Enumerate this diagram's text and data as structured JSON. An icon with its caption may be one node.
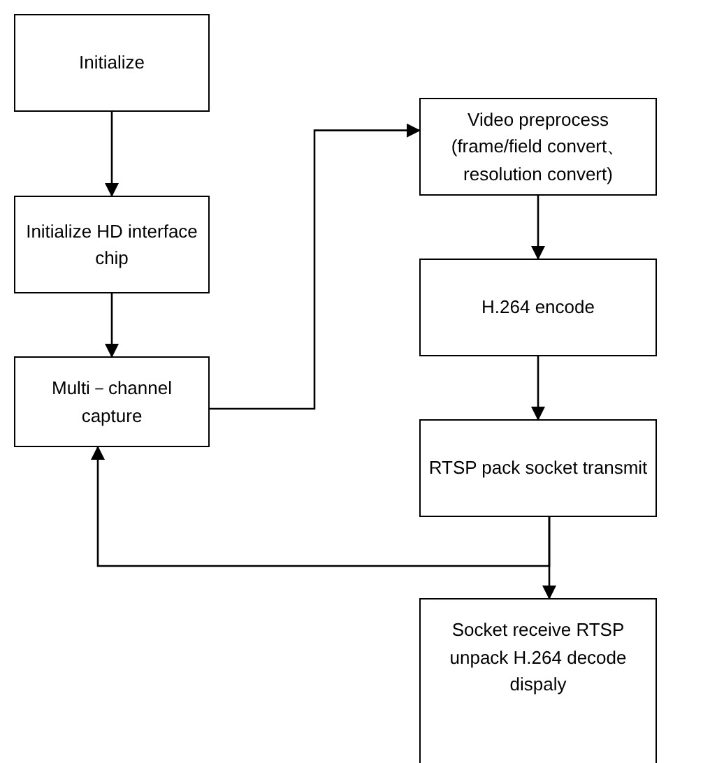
{
  "diagram": {
    "nodes": [
      {
        "text": [
          "Initialize"
        ]
      },
      {
        "text": [
          "Initialize HD interface chip"
        ]
      },
      {
        "text": [
          "Multi－channel capture"
        ]
      },
      {
        "text": [
          "Video preprocess (frame/field convert、resolution convert)"
        ]
      },
      {
        "text": [
          "H.264 encode"
        ]
      },
      {
        "text": [
          "RTSP pack socket transmit"
        ]
      },
      {
        "text": [
          "Socket receive RTSP unpack H.264 decode dispaly"
        ]
      }
    ],
    "edges": [
      {
        "from": 0,
        "to": 1,
        "arrow": "to"
      },
      {
        "from": 1,
        "to": 2,
        "arrow": "to"
      },
      {
        "from": 2,
        "to": 3,
        "arrow": "to"
      },
      {
        "from": 3,
        "to": 4,
        "arrow": "to"
      },
      {
        "from": 4,
        "to": 5,
        "arrow": "to"
      },
      {
        "from": 5,
        "to": 2,
        "arrow": "to"
      },
      {
        "from": 5,
        "to": 6,
        "arrow": "to"
      }
    ]
  }
}
